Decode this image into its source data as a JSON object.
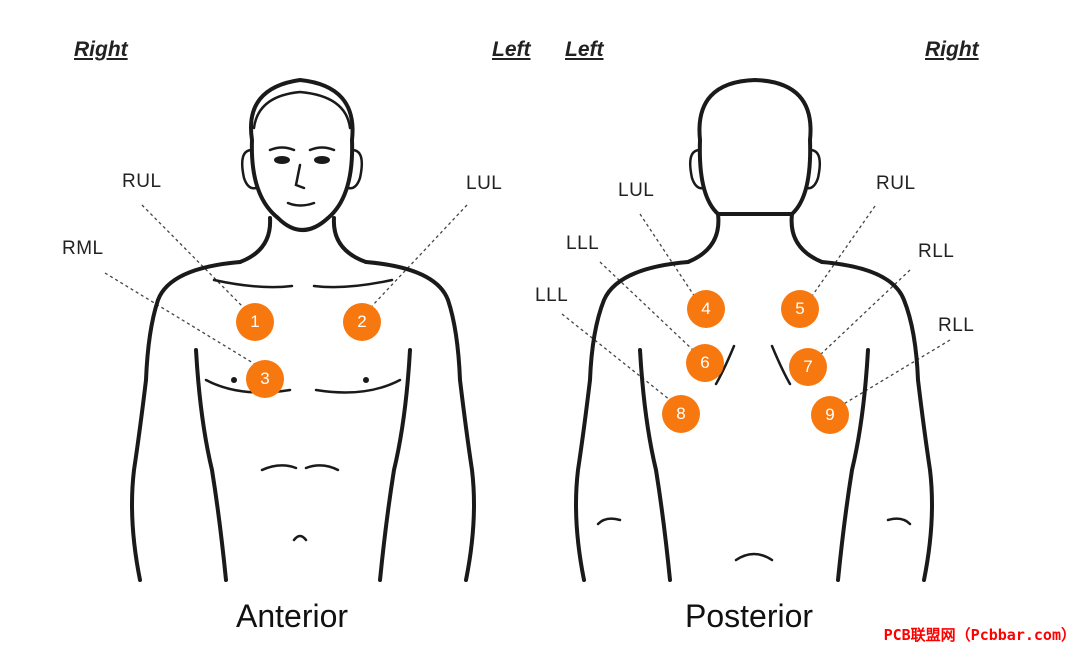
{
  "views": [
    {
      "id": "anterior",
      "title": "Anterior",
      "side_left": "Right",
      "side_right": "Left"
    },
    {
      "id": "posterior",
      "title": "Posterior",
      "side_left": "Left",
      "side_right": "Right"
    }
  ],
  "points": [
    {
      "number": "1",
      "label": "RUL"
    },
    {
      "number": "2",
      "label": "LUL"
    },
    {
      "number": "3",
      "label": "RML"
    },
    {
      "number": "4",
      "label": "LUL"
    },
    {
      "number": "5",
      "label": "RUL"
    },
    {
      "number": "6",
      "label": "LLL"
    },
    {
      "number": "7",
      "label": "RLL"
    },
    {
      "number": "8",
      "label": "LLL"
    },
    {
      "number": "9",
      "label": "RLL"
    }
  ],
  "colors": {
    "marker": "#f7780f",
    "outline": "#1a1a1a",
    "watermark": "#ff0000"
  },
  "watermark": "PCB联盟网（Pcbbar.com）"
}
